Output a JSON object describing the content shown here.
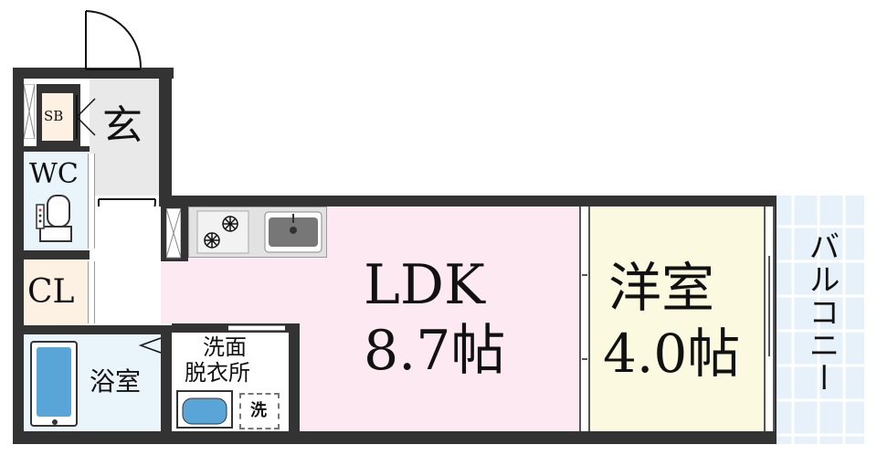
{
  "rooms": {
    "genkan": "玄",
    "shoe_box": "SB",
    "toilet": "WC",
    "closet": "CL",
    "ldk": {
      "name": "LDK",
      "size": "8.7帖"
    },
    "western": {
      "name": "洋室",
      "size": "4.0帖"
    },
    "balcony": "バルコニー",
    "bath": "浴室",
    "washroom_line1": "洗面",
    "washroom_line2": "脱衣所",
    "washer": "洗"
  },
  "colors": {
    "wall": "#333333",
    "ldk": "#fce9f1",
    "western": "#fbfae1",
    "entrance": "#e9e9e9",
    "wet_area": "#eaf4fb",
    "closet": "#fdf1e4",
    "balcony": "#e8f2fa"
  }
}
